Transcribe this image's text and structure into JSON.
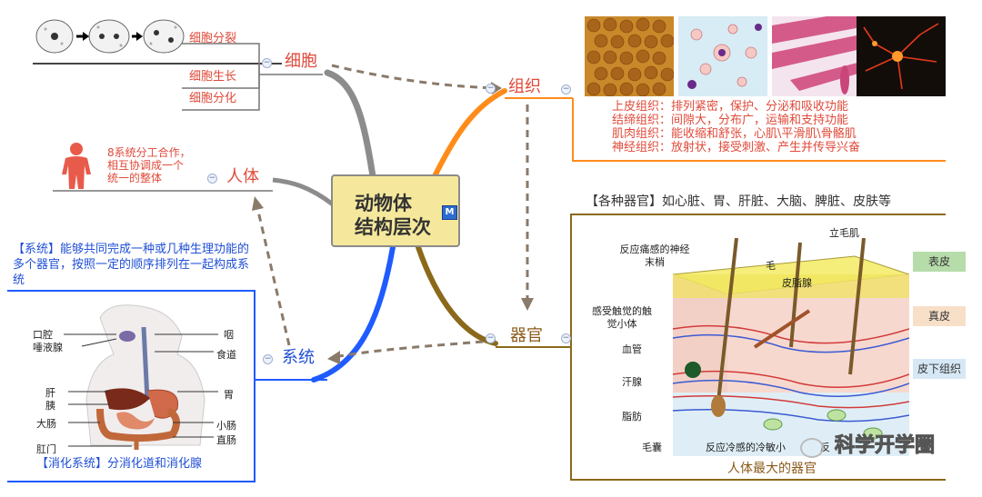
{
  "center": {
    "line1": "动物体",
    "line2": "结构层次",
    "badge": "M"
  },
  "cell": {
    "label": "细胞",
    "items": [
      "细胞分裂",
      "细胞生长",
      "细胞分化"
    ]
  },
  "tissue": {
    "label": "组织",
    "lines": [
      "上皮组织：排列紧密，保护、分泌和吸收功能",
      "结缔组织：间隙大，分布广，运输和支持功能",
      "肌肉组织：能收缩和舒张，心肌\\平滑肌\\骨骼肌",
      "神经组织：放射状，接受刺激、产生并传导兴奋"
    ],
    "images": [
      "epithelial-tissue-image",
      "connective-tissue-image",
      "muscle-tissue-image",
      "nerve-tissue-image"
    ]
  },
  "body": {
    "label": "人体",
    "note": "8系统分工合作，相互协调成一个统一的整体"
  },
  "system": {
    "label": "系统",
    "definition": "【系统】能够共同完成一种或几种生理功能的多个器官，按照一定的顺序排列在一起构成系统",
    "caption": "【消化系统】分消化道和消化腺",
    "labels_left": [
      "口腔",
      "唾液腺",
      "肝",
      "胰",
      "大肠",
      "肛门"
    ],
    "labels_right": [
      "咽",
      "食道",
      "胃",
      "小肠",
      "直肠"
    ]
  },
  "organ": {
    "label": "器官",
    "header": "【各种器官】如心脏、胃、肝脏、大脑、脾脏、皮肤等",
    "caption": "人体最大的器官",
    "skin_labels": {
      "nerve_ending": "反应痛感的神经末梢",
      "touch": "感受触觉的触觉小体",
      "vessel": "血管",
      "sweat": "汗腺",
      "fat": "脂肪",
      "follicle": "毛囊",
      "cold": "反应冷感的冷敏小",
      "hot": "反",
      "hair": "毛",
      "sebaceous": "皮脂腺",
      "erector": "立毛肌"
    },
    "layers": [
      "表皮",
      "真皮",
      "皮下组织"
    ]
  },
  "watermark": "科学开学圈",
  "colors": {
    "cell_branch": "#8c8c8c",
    "tissue_branch": "#ff8c1a",
    "body_branch": "#8c8c8c",
    "system_branch": "#1f5bff",
    "organ_branch": "#8a6a1a",
    "red_text": "#e04a3a",
    "blue_text": "#1f4fd6"
  }
}
